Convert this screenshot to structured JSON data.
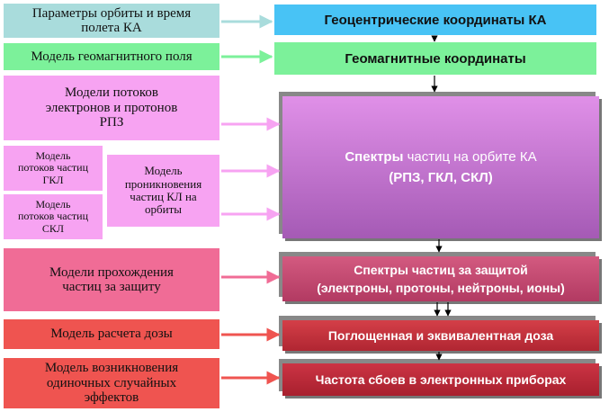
{
  "left": {
    "orbit_params": "Параметры орбиты и время полета КА",
    "geomag_model": "Модель геомагнитного поля",
    "rpz_models": "Модели потоков электронов и протонов РПЗ",
    "gkl_model": "Модель потоков частиц ГКЛ",
    "skl_model": "Модель потоков частиц СКЛ",
    "penetration_model": "Модель проникновения частиц КЛ на орбиты",
    "passage_models": "Модели прохождения частиц за защиту",
    "dose_model": "Модель расчета дозы",
    "seu_model": "Модель возникновения одиночных случайных эффектов"
  },
  "right": {
    "geocentric": "Геоцентрические координаты КА",
    "geomagnetic": "Геомагнитные координаты",
    "spectra_bold": "Спектры",
    "spectra_rest": " частиц на орбите КА",
    "spectra_line2": "(РПЗ, ГКЛ, СКЛ)",
    "behind_line1": "Спектры частиц за защитой",
    "behind_line2": "(электроны, протоны, нейтроны, ионы)",
    "dose": "Поглощенная и эквивалентная доза",
    "failures": "Частота сбоев в электронных приборах"
  },
  "colors": {
    "teal": "#a9dcdc",
    "green": "#7cf19a",
    "pink": "#f7a3f2",
    "blue": "#48c3f5",
    "purple": "#b66fc4",
    "rose": "#f06c96",
    "red": "#ef5450",
    "darkred": "#c23040"
  }
}
